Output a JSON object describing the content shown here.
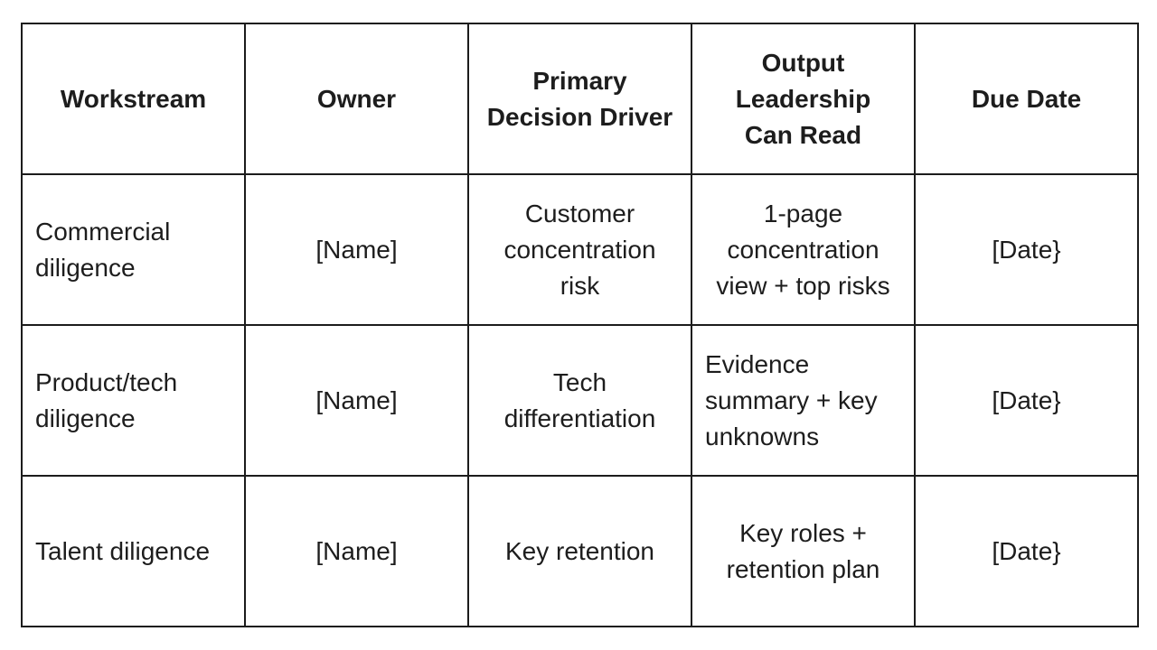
{
  "table": {
    "headers": [
      {
        "label": "Workstream"
      },
      {
        "label": "Owner"
      },
      {
        "label": "Primary\nDecision Driver"
      },
      {
        "label": "Output\nLeadership\nCan Read"
      },
      {
        "label": "Due Date"
      }
    ],
    "rows": [
      {
        "workstream": "Commercial\ndiligence",
        "owner": "[Name]",
        "decision_driver": "Customer\nconcentration\nrisk",
        "output": "1-page\nconcentration\nview + top risks",
        "due_date": "[Date}"
      },
      {
        "workstream": "Product/tech\ndiligence",
        "owner": "[Name]",
        "decision_driver": "Tech\ndifferentiation",
        "output": "Evidence\nsummary + key\nunknowns",
        "due_date": "[Date}"
      },
      {
        "workstream": "Talent diligence",
        "owner": "[Name]",
        "decision_driver": "Key retention",
        "output": "Key roles +\nretention plan",
        "due_date": "[Date}"
      }
    ]
  },
  "colors": {
    "border": "#1c1c1c",
    "text": "#1d1d1d",
    "background": "#ffffff"
  }
}
